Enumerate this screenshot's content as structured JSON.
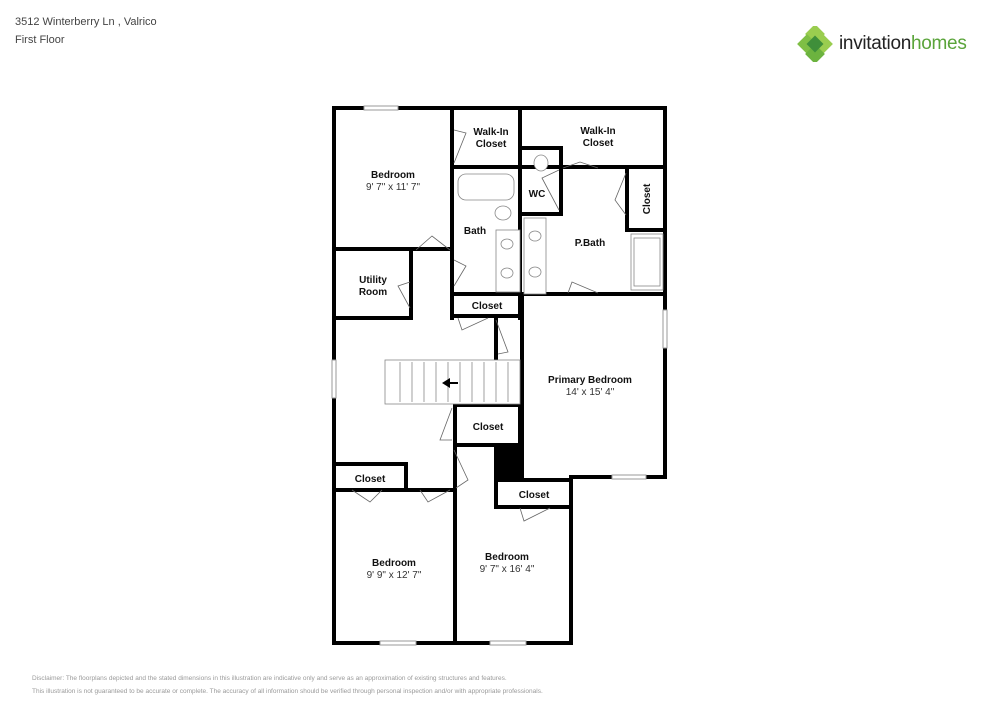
{
  "header": {
    "address": "3512 Winterberry Ln , Valrico",
    "floor": "First Floor"
  },
  "logo": {
    "word1": "invitation",
    "word2": "homes",
    "colors": {
      "dark_green": "#3f8f3a",
      "mid_green": "#6cb33f",
      "light_green": "#9acd4f",
      "text_dark": "#222222",
      "text_green": "#5aa43a"
    }
  },
  "rooms": {
    "bedroom_nw": {
      "name": "Bedroom",
      "dims": "9' 7\" x 11' 7\""
    },
    "walkin_closet_1": {
      "line1": "Walk-In",
      "line2": "Closet"
    },
    "walkin_closet_2": {
      "line1": "Walk-In",
      "line2": "Closet"
    },
    "wc": {
      "name": "WC"
    },
    "closet_pbath": {
      "name": "Closet"
    },
    "bath": {
      "name": "Bath"
    },
    "pbath": {
      "name": "P.Bath"
    },
    "utility": {
      "line1": "Utility",
      "line2": "Room"
    },
    "closet_hall_top": {
      "name": "Closet"
    },
    "primary_bedroom": {
      "name": "Primary Bedroom",
      "dims": "14' x 15' 4\""
    },
    "closet_hall_mid": {
      "name": "Closet"
    },
    "closet_sw": {
      "name": "Closet"
    },
    "closet_s": {
      "name": "Closet"
    },
    "bedroom_sw": {
      "name": "Bedroom",
      "dims": "9' 9\" x 12' 7\""
    },
    "bedroom_s": {
      "name": "Bedroom",
      "dims": "9' 7\" x 16' 4\""
    }
  },
  "stairs": {
    "direction_icon": "arrow-left-icon"
  },
  "disclaimer": {
    "line1": "Disclaimer: The floorplans depicted and the stated dimensions in this illustration are indicative only and serve as an approximation of existing structures and features.",
    "line2": "This illustration is not guaranteed to be accurate or complete. The accuracy of all information should be verified through personal inspection and/or with appropriate professionals."
  }
}
